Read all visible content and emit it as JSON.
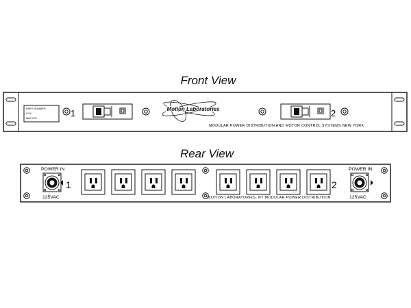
{
  "front_view": {
    "title": "Front View",
    "label_plate_lines": [
      "PART NUMBER",
      "XXX",
      "MM XXX"
    ],
    "breaker_1_number": "1",
    "breaker_2_number": "2",
    "logo_text": "Motion Laboratories",
    "tagline": "MODULAR POWER DISTRIBUTION AND MOTOR CONTROL SYSTEMS  NEW YORK"
  },
  "rear_view": {
    "title": "Rear View",
    "power_in_label": "POWER  IN",
    "voltage_label": "125VAC",
    "input_1_number": "1",
    "input_2_number": "2",
    "tagline": "MOTION LABORATORIES, NY  MODULAR POWER DISTRIBUTION",
    "outlet_count": 8
  },
  "colors": {
    "line": "#111111",
    "panel": "#ffffff"
  }
}
